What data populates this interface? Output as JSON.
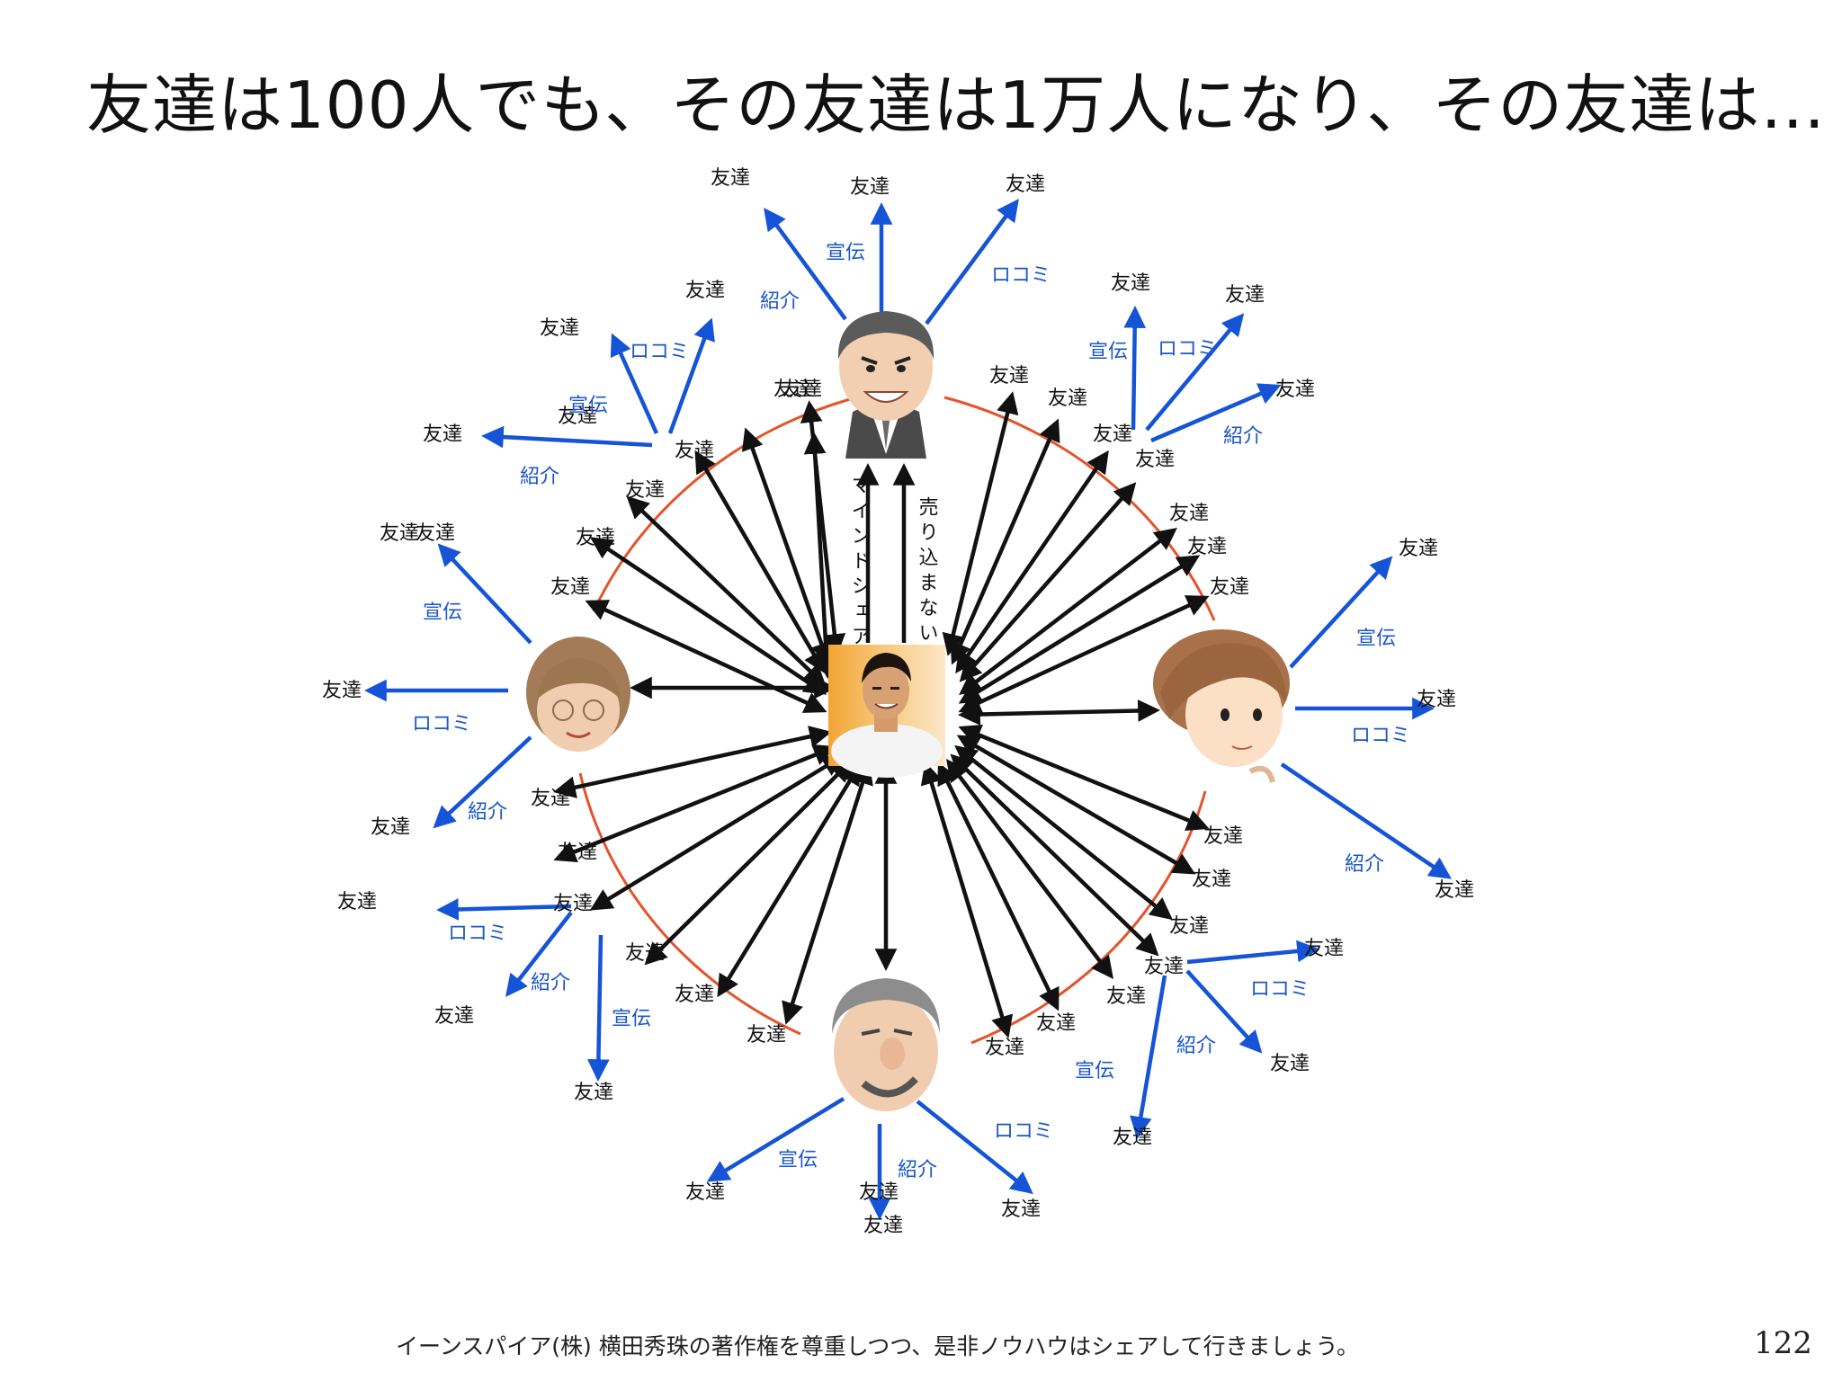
{
  "title": "友達は100人でも、その友達は1万人になり、その友達は…",
  "footer": "イーンスパイア(株) 横田秀珠の著作権を尊重しつつ、是非ノウハウはシェアして行きましょう。",
  "page_number": "122",
  "center_labels": {
    "mindshare": "マインドシェア",
    "no_push_sell": "売り込まない"
  },
  "friend_label": "友達",
  "channel_labels": {
    "advertising": "宣伝",
    "word_of_mouth": "ロコミ",
    "referral": "紹介"
  },
  "colors": {
    "black_arrow": "#111111",
    "blue_arrow": "#1554d6",
    "blue_text": "#1b57c9",
    "orange_ring": "#e5532a"
  }
}
